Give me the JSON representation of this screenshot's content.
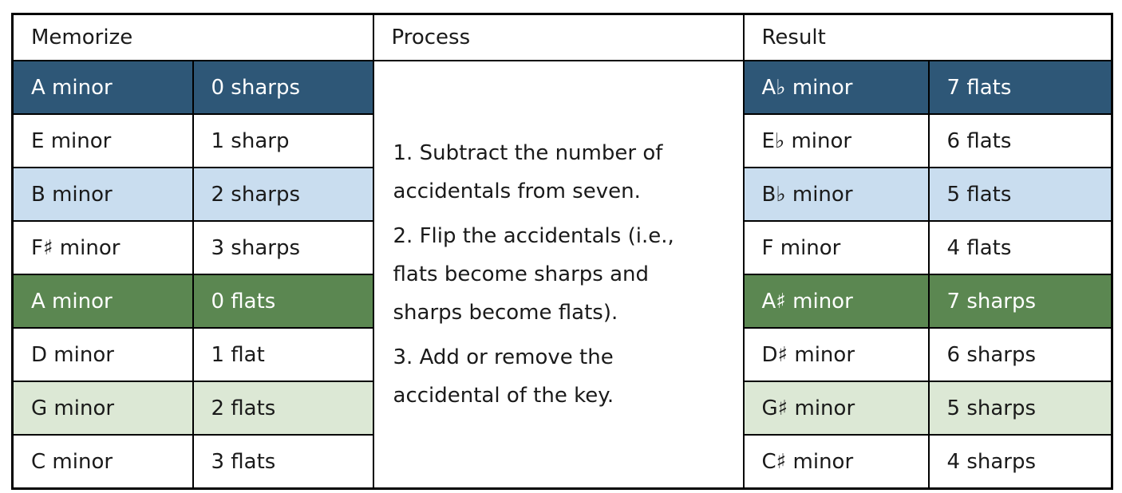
{
  "colors": {
    "dark-blue": "#2E5777",
    "light-blue": "#C9DDEF",
    "dark-green": "#5B8751",
    "light-green": "#DCE8D5",
    "border": "#000000",
    "text-dark": "#1A1A1A",
    "text-light": "#FFFFFF"
  },
  "headers": {
    "memorize": "Memorize",
    "process": "Process",
    "result": "Result"
  },
  "memorize": {
    "rows": [
      {
        "key": "A minor",
        "accidentals": "0 sharps",
        "shade": "dark-blue"
      },
      {
        "key": "E minor",
        "accidentals": "1 sharp",
        "shade": "none"
      },
      {
        "key": "B minor",
        "accidentals": "2 sharps",
        "shade": "light-blue"
      },
      {
        "key": "F♯ minor",
        "accidentals": "3 sharps",
        "shade": "none"
      },
      {
        "key": "A minor",
        "accidentals": "0 flats",
        "shade": "dark-green"
      },
      {
        "key": "D minor",
        "accidentals": "1 flat",
        "shade": "none"
      },
      {
        "key": "G minor",
        "accidentals": "2 flats",
        "shade": "light-green"
      },
      {
        "key": "C minor",
        "accidentals": "3 flats",
        "shade": "none"
      }
    ]
  },
  "process": {
    "steps": [
      "1. Subtract the number of accidentals from seven.",
      "2. Flip the accidentals (i.e., flats become sharps and sharps become flats).",
      "3. Add or remove the accidental of the key."
    ]
  },
  "result": {
    "rows": [
      {
        "key": "A♭ minor",
        "accidentals": "7 flats",
        "shade": "dark-blue"
      },
      {
        "key": "E♭ minor",
        "accidentals": "6 flats",
        "shade": "none"
      },
      {
        "key": "B♭ minor",
        "accidentals": "5 flats",
        "shade": "light-blue"
      },
      {
        "key": "F minor",
        "accidentals": "4 flats",
        "shade": "none"
      },
      {
        "key": "A♯ minor",
        "accidentals": "7 sharps",
        "shade": "dark-green"
      },
      {
        "key": "D♯ minor",
        "accidentals": "6 sharps",
        "shade": "none"
      },
      {
        "key": "G♯ minor",
        "accidentals": "5 sharps",
        "shade": "light-green"
      },
      {
        "key": "C♯ minor",
        "accidentals": "4 sharps",
        "shade": "none"
      }
    ]
  }
}
